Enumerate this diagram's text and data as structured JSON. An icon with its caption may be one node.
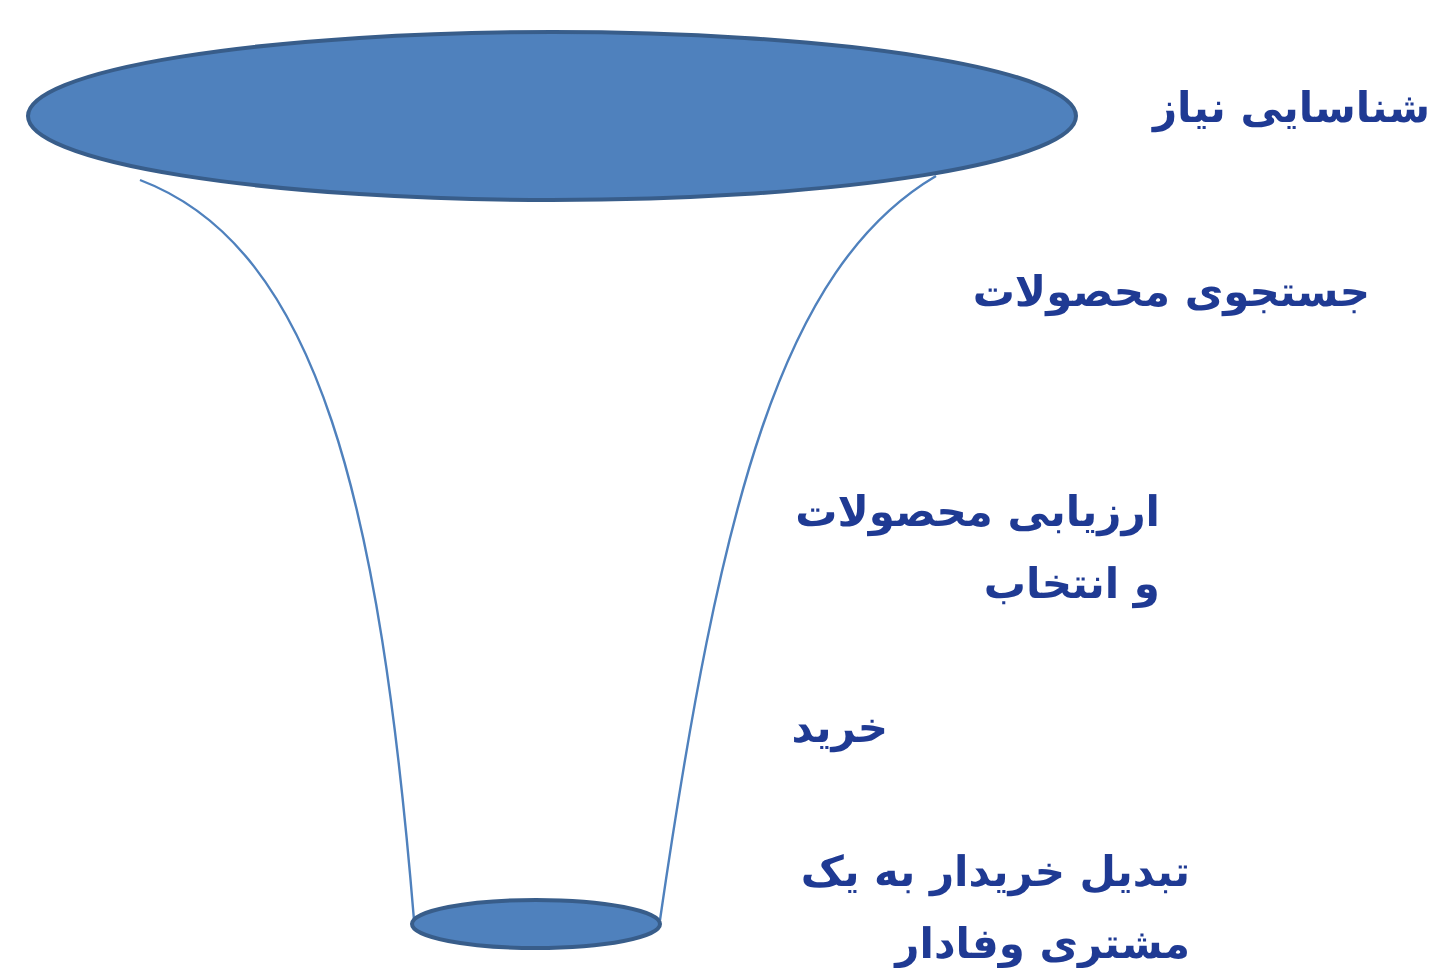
{
  "diagram": {
    "labels": [
      "شناسایی نیاز",
      "جستجوی محصولات",
      "ارزیابی محصولات و انتخاب",
      "خرید",
      "تبدیل خریدار به یک مشتری وفادار"
    ]
  }
}
